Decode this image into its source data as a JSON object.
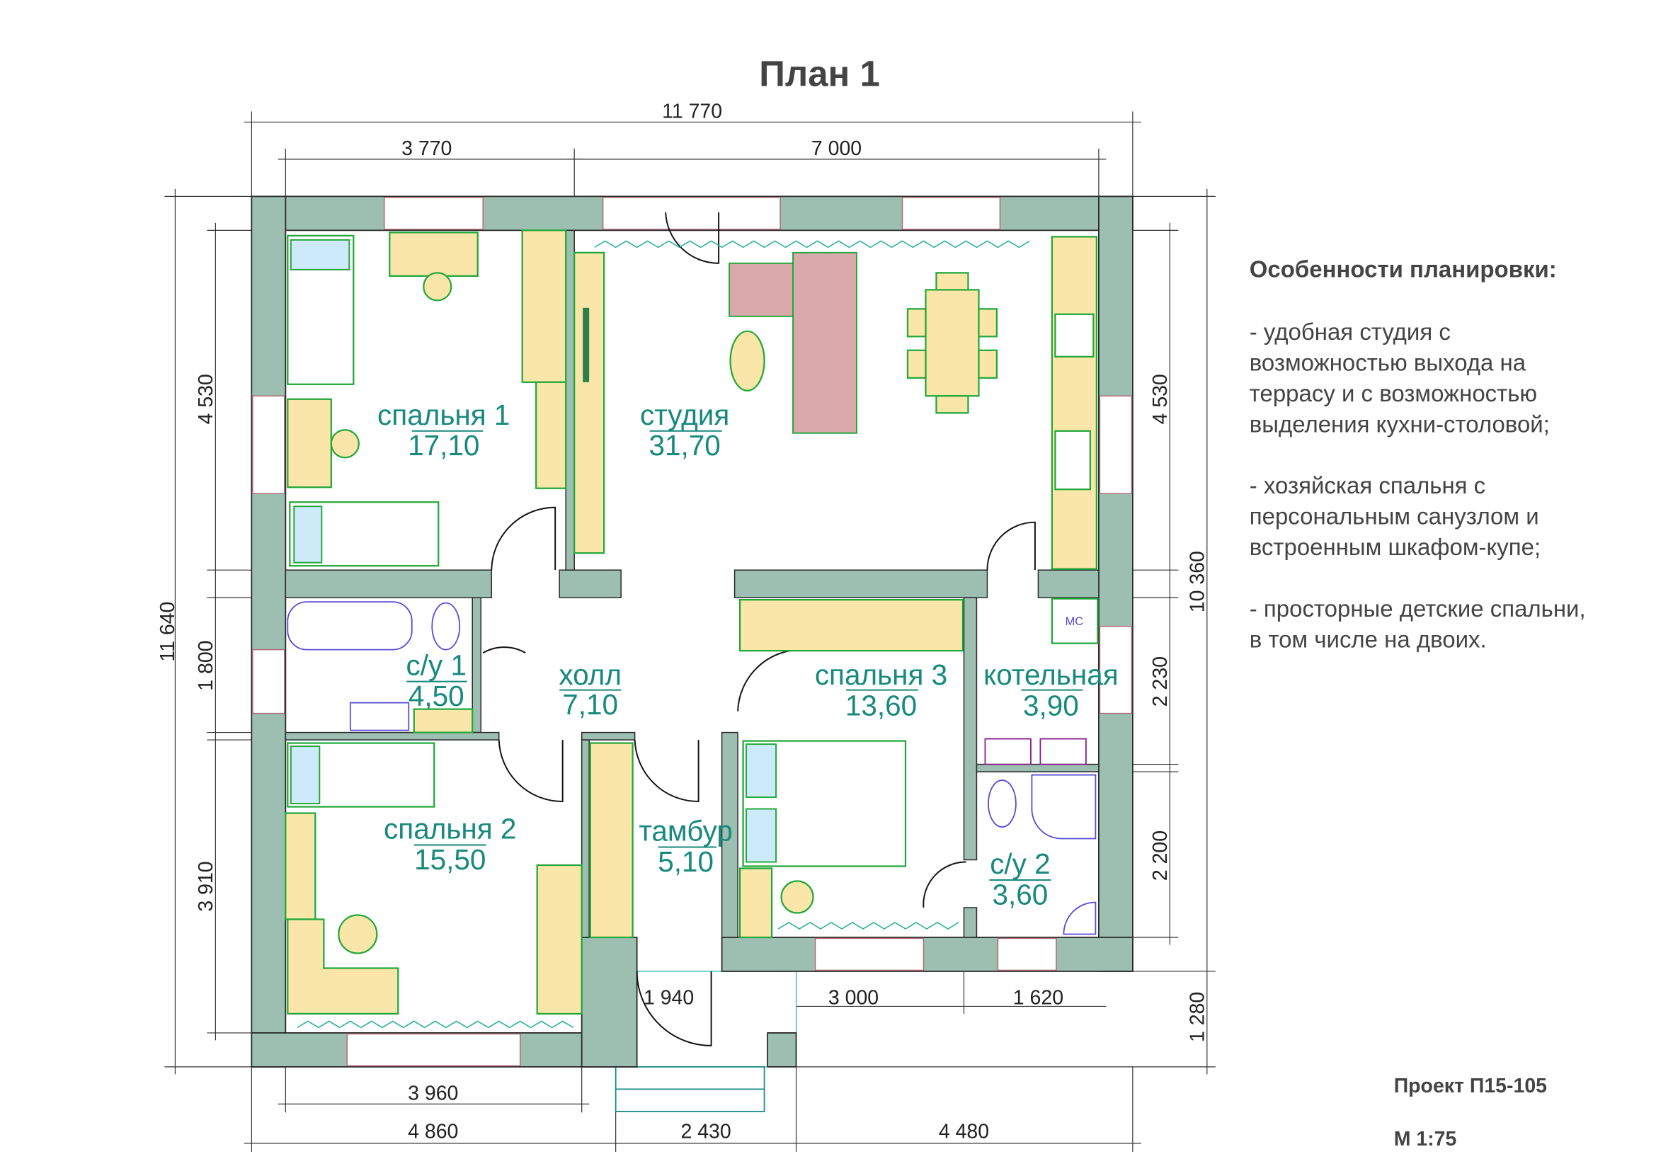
{
  "title": "План 1",
  "rooms": {
    "bedroom1": {
      "name": "спальня 1",
      "area": "17,10"
    },
    "studio": {
      "name": "студия",
      "area": "31,70"
    },
    "bath1": {
      "name": "с/у 1",
      "area": "4,50"
    },
    "hall": {
      "name": "холл",
      "area": "7,10"
    },
    "bedroom3": {
      "name": "спальня 3",
      "area": "13,60"
    },
    "boiler": {
      "name": "котельная",
      "area": "3,90"
    },
    "bedroom2": {
      "name": "спальня 2",
      "area": "15,50"
    },
    "vestibule": {
      "name": "тамбур",
      "area": "5,10"
    },
    "bath2": {
      "name": "с/у 2",
      "area": "3,60"
    }
  },
  "appliance_label": "МС",
  "dimensions": {
    "top_total": "11 770",
    "top_left": "3 770",
    "top_right": "7 000",
    "left_total": "11 640",
    "left_1": "4 530",
    "left_2": "1 800",
    "left_3": "3 910",
    "right_1": "4 530",
    "right_2": "2 230",
    "right_3": "2 200",
    "right_total": "10 360",
    "right_porch": "1 280",
    "bottom_inner_1": "1 940",
    "bottom_inner_2": "3 000",
    "bottom_inner_3": "1 620",
    "bottom_room": "3 960",
    "bottom_1": "4 860",
    "bottom_2": "2 430",
    "bottom_3": "4 480"
  },
  "notes": {
    "heading": "Особенности планировки:",
    "lines": [
      "- удобная студия с",
      "возможностью выхода на",
      "террасу и с возможностью",
      "выделения кухни-столовой;",
      "- хозяйская спальня с",
      "персональным санузлом и",
      "встроенным шкафом-купе;",
      "- просторные детские спальни,",
      "в том числе на двоих."
    ]
  },
  "project": "Проект П15-105",
  "scale": "М 1:75",
  "colors": {
    "wall": "#9dbfb1",
    "label": "#17897e",
    "furniture": "#fae6a8",
    "outline": "#22a83a"
  }
}
